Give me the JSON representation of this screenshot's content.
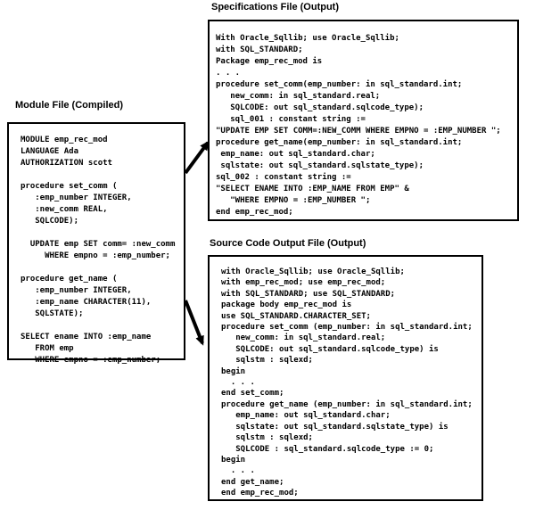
{
  "diagram": {
    "module_file": {
      "title": "Module File (Compiled)",
      "lines": [
        "MODULE emp_rec_mod",
        "LANGUAGE Ada",
        "AUTHORIZATION scott",
        "",
        "procedure set_comm (",
        "   :emp_number INTEGER,",
        "   :new_comm REAL,",
        "   SQLCODE);",
        "",
        "  UPDATE emp SET comm= :new_comm",
        "     WHERE empno = :emp_number;",
        "",
        "procedure get_name (",
        "   :emp_number INTEGER,",
        "   :emp_name CHARACTER(11),",
        "   SQLSTATE);",
        "",
        "SELECT ename INTO :emp_name",
        "   FROM emp",
        "   WHERE empno = :emp_number;"
      ]
    },
    "spec_file": {
      "title": "Specifications File (Output)",
      "lines": [
        "With Oracle_Sqllib; use Oracle_Sqllib;",
        "with SQL_STANDARD;",
        "Package emp_rec_mod is",
        ". . .",
        "procedure set_comm(emp_number: in sql_standard.int;",
        "   new_comm: in sql_standard.real;",
        "   SQLCODE: out sql_standard.sqlcode_type);",
        "   sql_001 : constant string :=",
        "\"UPDATE EMP SET COMM=:NEW_COMM WHERE EMPNO = :EMP_NUMBER \";",
        "procedure get_name(emp_number: in sql_standard.int;",
        " emp_name: out sql_standard.char;",
        " sqlstate: out sql_standard.sqlstate_type);",
        "sql_002 : constant string :=",
        "\"SELECT ENAME INTO :EMP_NAME FROM EMP\" &",
        "   \"WHERE EMPNO = :EMP_NUMBER \";",
        "end emp_rec_mod;"
      ]
    },
    "source_file": {
      "title": "Source Code Output File (Output)",
      "lines": [
        "with Oracle_Sqllib; use Oracle_Sqllib;",
        "with emp_rec_mod; use emp_rec_mod;",
        "with SQL_STANDARD; use SQL_STANDARD;",
        "package body emp_rec_mod is",
        "use SQL_STANDARD.CHARACTER_SET;",
        "procedure set_comm (emp_number: in sql_standard.int;",
        "   new_comm: in sql_standard.real;",
        "   SQLCODE: out sql_standard.sqlcode_type) is",
        "   sqlstm : sqlexd;",
        "begin",
        "  . . .",
        "end set_comm;",
        "procedure get_name (emp_number: in sql_standard.int;",
        "   emp_name: out sql_standard.char;",
        "   sqlstate: out sql_standard.sqlstate_type) is",
        "   sqlstm : sqlexd;",
        "   SQLCODE : sql_standard.sqlcode_type := 0;",
        "begin",
        "  . . .",
        "end get_name;",
        "end emp_rec_mod;"
      ]
    },
    "colors": {
      "foreground": "#000000",
      "background": "#ffffff"
    }
  }
}
